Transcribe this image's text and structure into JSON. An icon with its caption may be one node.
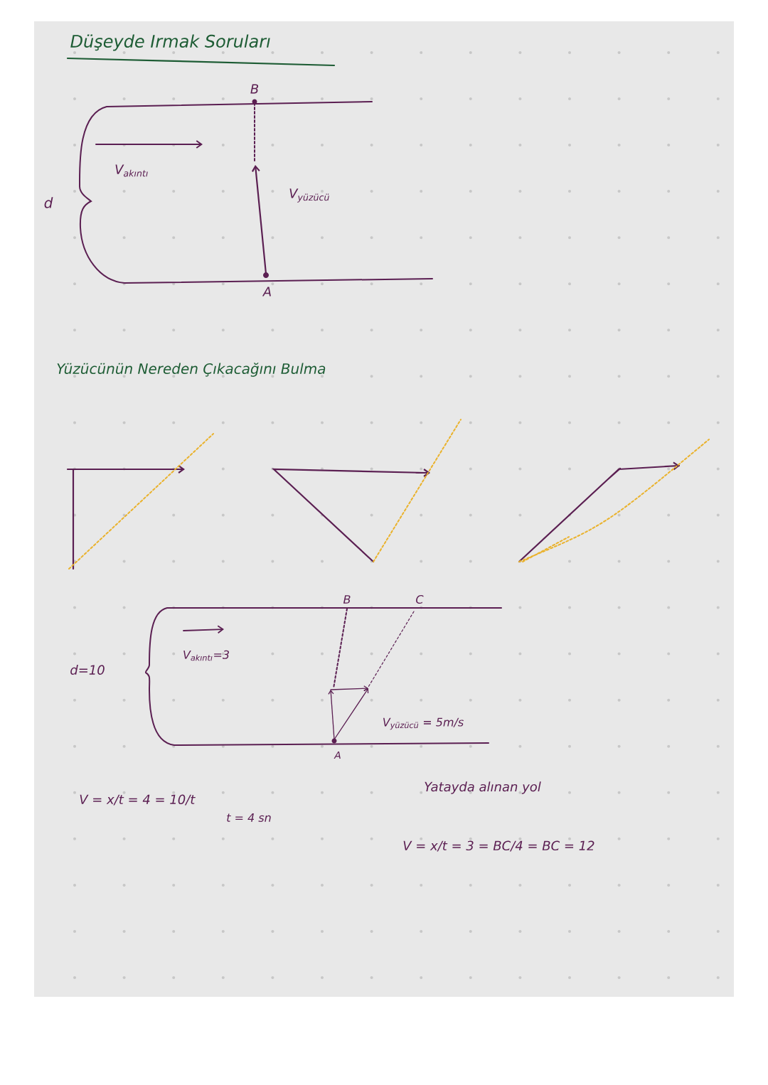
{
  "diagram": {
    "title": "Düşeyde Irmak Soruları",
    "labels": [
      "B",
      "V$_{akıntı}$",
      "d",
      "V$_{yüzücü}$",
      "A",
      "Yüzücünün Nereden Çıkacağını Bulma",
      "B",
      "C",
      "d=10",
      "V$_{akıntı}$=3",
      "A",
      "V$_{yüzücü}$ = 5m/s",
      "V = x/t = 4 = 10/t",
      "t = 4 sn",
      "Yatayda alınan yol",
      "V = x/t = 3 = BC/4 = BC = 12"
    ]
  }
}
